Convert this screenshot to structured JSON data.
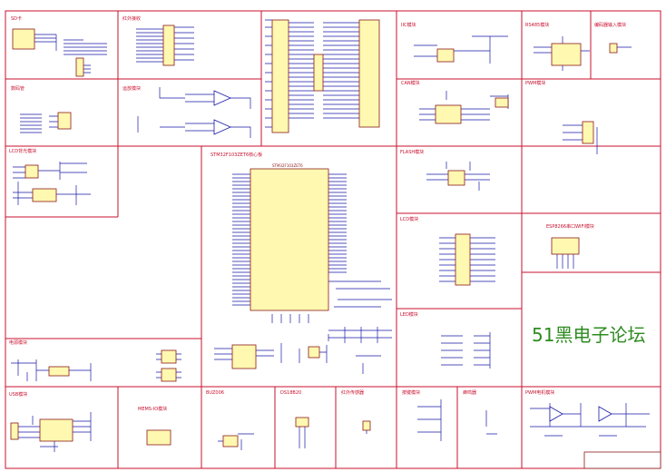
{
  "colors": {
    "frame": "#c8102e",
    "wire": "#1a1aa8",
    "ic_fill": "#fff8b0",
    "ic_stroke": "#8b1a1a",
    "watermark_digits": "#2e8b20",
    "watermark_text": "#2e8b20"
  },
  "blocks": {
    "sd_card": "SD卡",
    "ir": "红外接收",
    "mcu_core": "STM32F103ZET6核心板",
    "iic": "IIC模块",
    "rs485": "RS485模块",
    "rotary": "编码器输入模块",
    "digit_tube": "数码管",
    "opamp": "运放模块",
    "can": "CAN模块",
    "pwm": "PWM模块",
    "lcd_backlight": "LCD背光模块",
    "flash": "FLASH模块",
    "lcd": "LCD模块",
    "wifi": "ESP8266串口WIFI模块",
    "led": "LED模块",
    "power": "电源模块",
    "usb": "USB模块",
    "eeprom": "MEMS-IO模块",
    "buzzer_drv": "BUZ006",
    "ds18b20": "DS18B20",
    "ir_sensor": "红外传感器",
    "keys": "按键模块",
    "beeper": "蜂鸣器",
    "motor": "PWM电机模块"
  },
  "mcu_chip_label": "STM32F103ZET6",
  "watermark": {
    "digits": "51",
    "text": "黑电子论坛"
  }
}
